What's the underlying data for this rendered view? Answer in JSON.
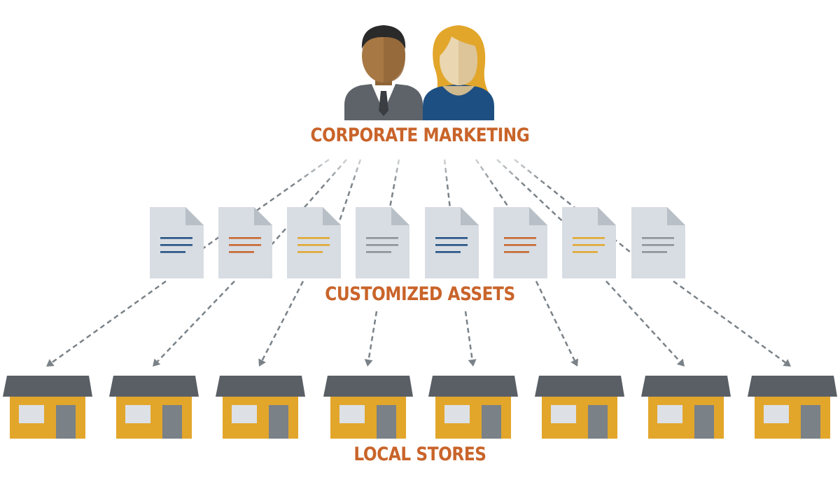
{
  "labels": {
    "corporate_marketing": "CORPORATE MARKETING",
    "customized_assets": "CUSTOMIZED ASSETS",
    "local_stores": "LOCAL STORES"
  },
  "colors": {
    "label_orange": "#c9642a",
    "arrow_gray": "#7a8288",
    "doc_paper": "#d8dde3",
    "doc_fold": "#b8bfc6",
    "line_blue": "#1f4f82",
    "line_orange": "#c9642a",
    "line_gold": "#e2a62b",
    "line_gray": "#8a9096",
    "store_wall": "#e2a62b",
    "store_roof": "#5a5f66",
    "store_window": "#dde1e6",
    "store_door": "#7a8187",
    "man_skin": "#a87844",
    "man_hair": "#2a2a2a",
    "man_suit": "#5e6369",
    "woman_hair": "#e2a62b",
    "woman_skin": "#ead6b0",
    "woman_top": "#1e4f82"
  },
  "documents": [
    {
      "line_color": "blue"
    },
    {
      "line_color": "orange"
    },
    {
      "line_color": "gold"
    },
    {
      "line_color": "gray"
    },
    {
      "line_color": "blue"
    },
    {
      "line_color": "orange"
    },
    {
      "line_color": "gold"
    },
    {
      "line_color": "gray"
    }
  ],
  "stores": [
    {},
    {},
    {},
    {},
    {},
    {},
    {},
    {}
  ],
  "icons": {
    "people": "two-people-icon",
    "document": "document-icon",
    "store": "store-icon"
  }
}
